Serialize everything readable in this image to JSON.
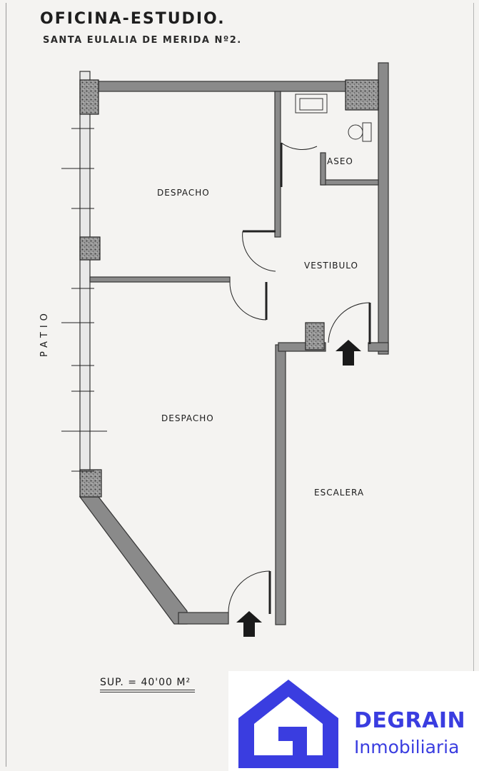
{
  "plan": {
    "title": "OFICINA-ESTUDIO.",
    "subtitle": "SANTA EULALIA DE MERIDA Nº2.",
    "rooms": {
      "despacho_top": "DESPACHO",
      "aseo": "ASEO",
      "vestibulo": "VESTIBULO",
      "despacho_bottom": "DESPACHO",
      "escalera": "ESCALERA"
    },
    "patio": "PATIO",
    "surface": "SUP. = 40'00 M²"
  },
  "brand": {
    "name": "DEGRAIN",
    "tagline": "Inmobiliaria",
    "color": "#3a3de0",
    "icon": "house-logo-icon"
  },
  "colors": {
    "wall": "#7c7c7c",
    "wall_dark": "#3d3d3d",
    "paper": "#f4f3f1",
    "ink": "#1a1a1a"
  }
}
